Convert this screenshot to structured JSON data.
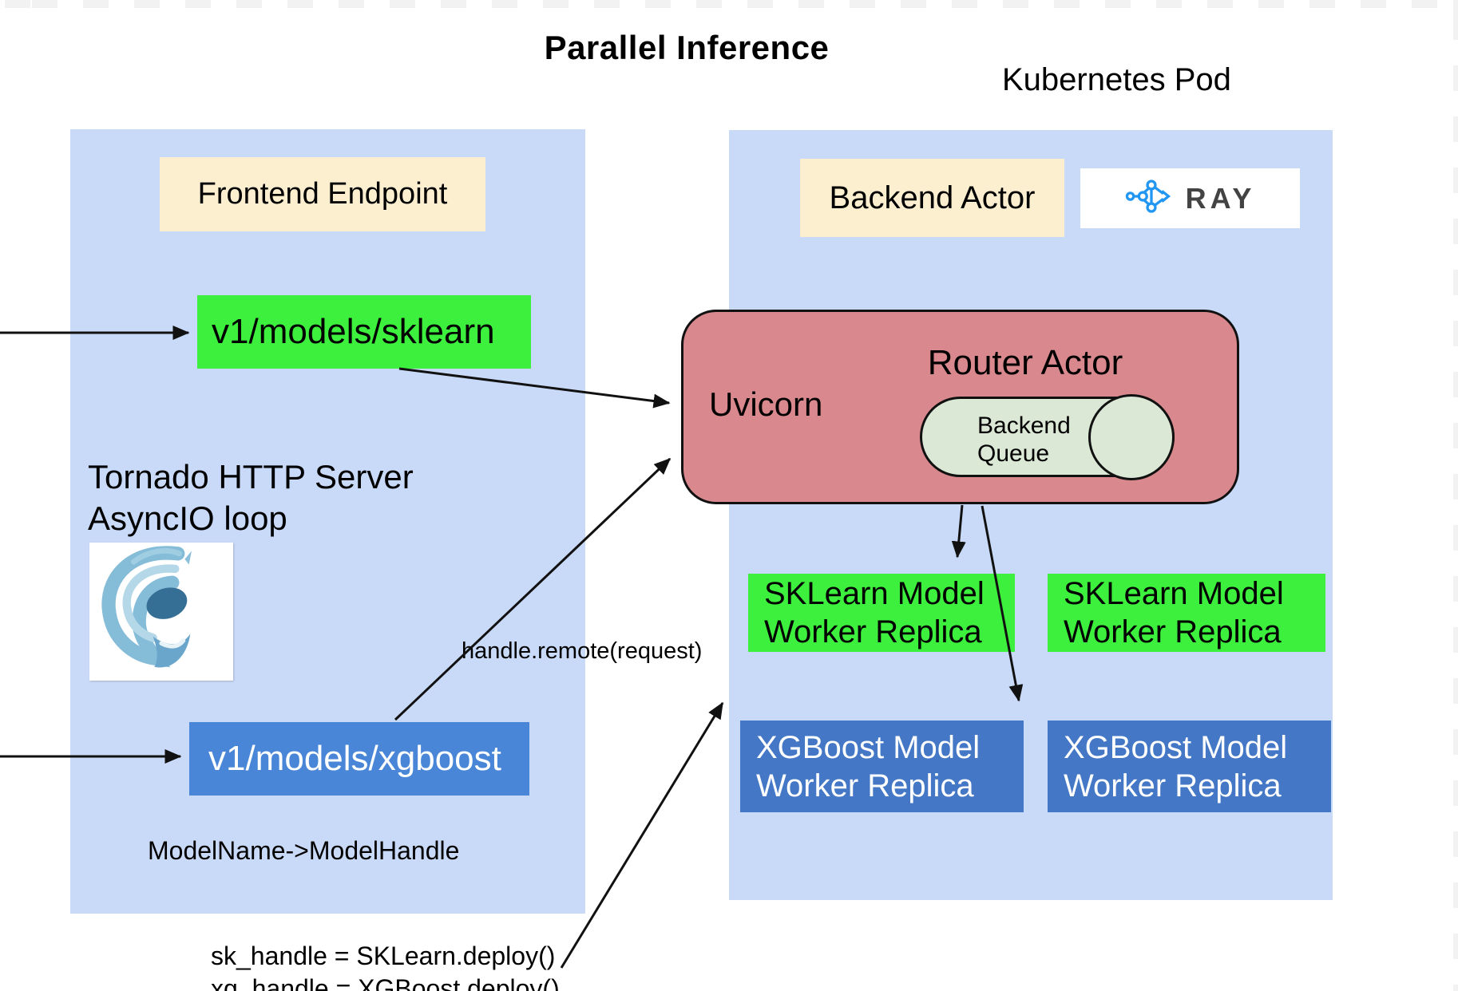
{
  "title": "Parallel Inference",
  "kubernetes_pod_label": "Kubernetes Pod",
  "colors": {
    "panel-blue": "#c9daf8",
    "cream": "#fcefd0",
    "bright-green": "#3df03d",
    "route-blue": "#4a86d8",
    "worker-blue": "#4478c6",
    "router-red": "#d9898d",
    "queue-green": "#dbe8d5",
    "ray-blue": "#2196f3"
  },
  "left_panel": {
    "frontend_label": "Frontend Endpoint",
    "sklearn_route": "v1/models/sklearn",
    "server_line1": "Tornado HTTP Server",
    "server_line2": "AsyncIO loop",
    "xgboost_route": "v1/models/xgboost",
    "model_map_label": "ModelName->ModelHandle",
    "deploy_line1": "sk_handle = SKLearn.deploy()",
    "deploy_line2": "xg_handle = XGBoost.deploy()"
  },
  "right_panel": {
    "backend_label": "Backend Actor",
    "ray_label": "RAY",
    "router": {
      "title": "Router Actor",
      "uvicorn_label": "Uvicorn",
      "queue_line1": "Backend",
      "queue_line2": "Queue"
    },
    "workers": [
      {
        "line1": "SKLearn Model",
        "line2": "Worker Replica"
      },
      {
        "line1": "SKLearn Model",
        "line2": "Worker Replica"
      },
      {
        "line1": "XGBoost Model",
        "line2": "Worker Replica"
      },
      {
        "line1": "XGBoost Model",
        "line2": "Worker Replica"
      }
    ]
  },
  "annotations": {
    "handle_remote_label": "handle.remote(request)"
  }
}
